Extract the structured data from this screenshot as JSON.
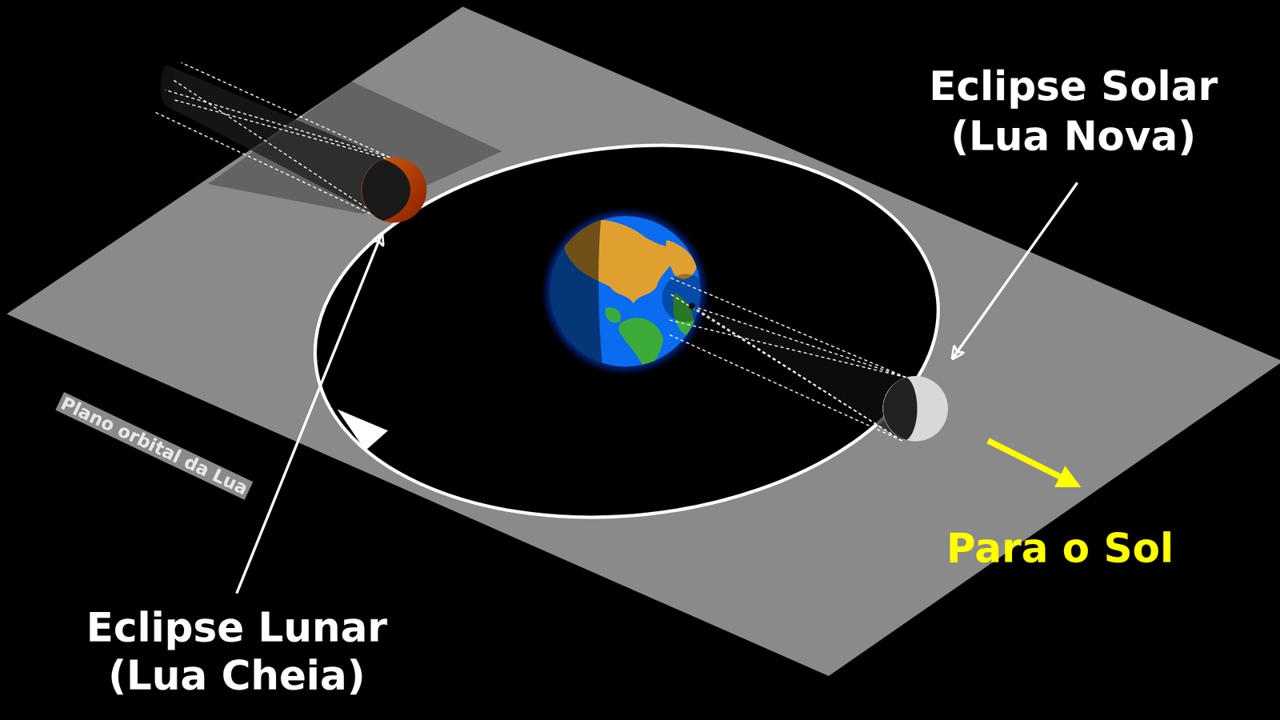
{
  "diagram": {
    "labels": [
      "Eclipse Solar (Lua Nova)",
      "Eclipse Lunar (Lua Cheia)",
      "Plano orbital da Lua",
      "Para o Sol"
    ]
  }
}
